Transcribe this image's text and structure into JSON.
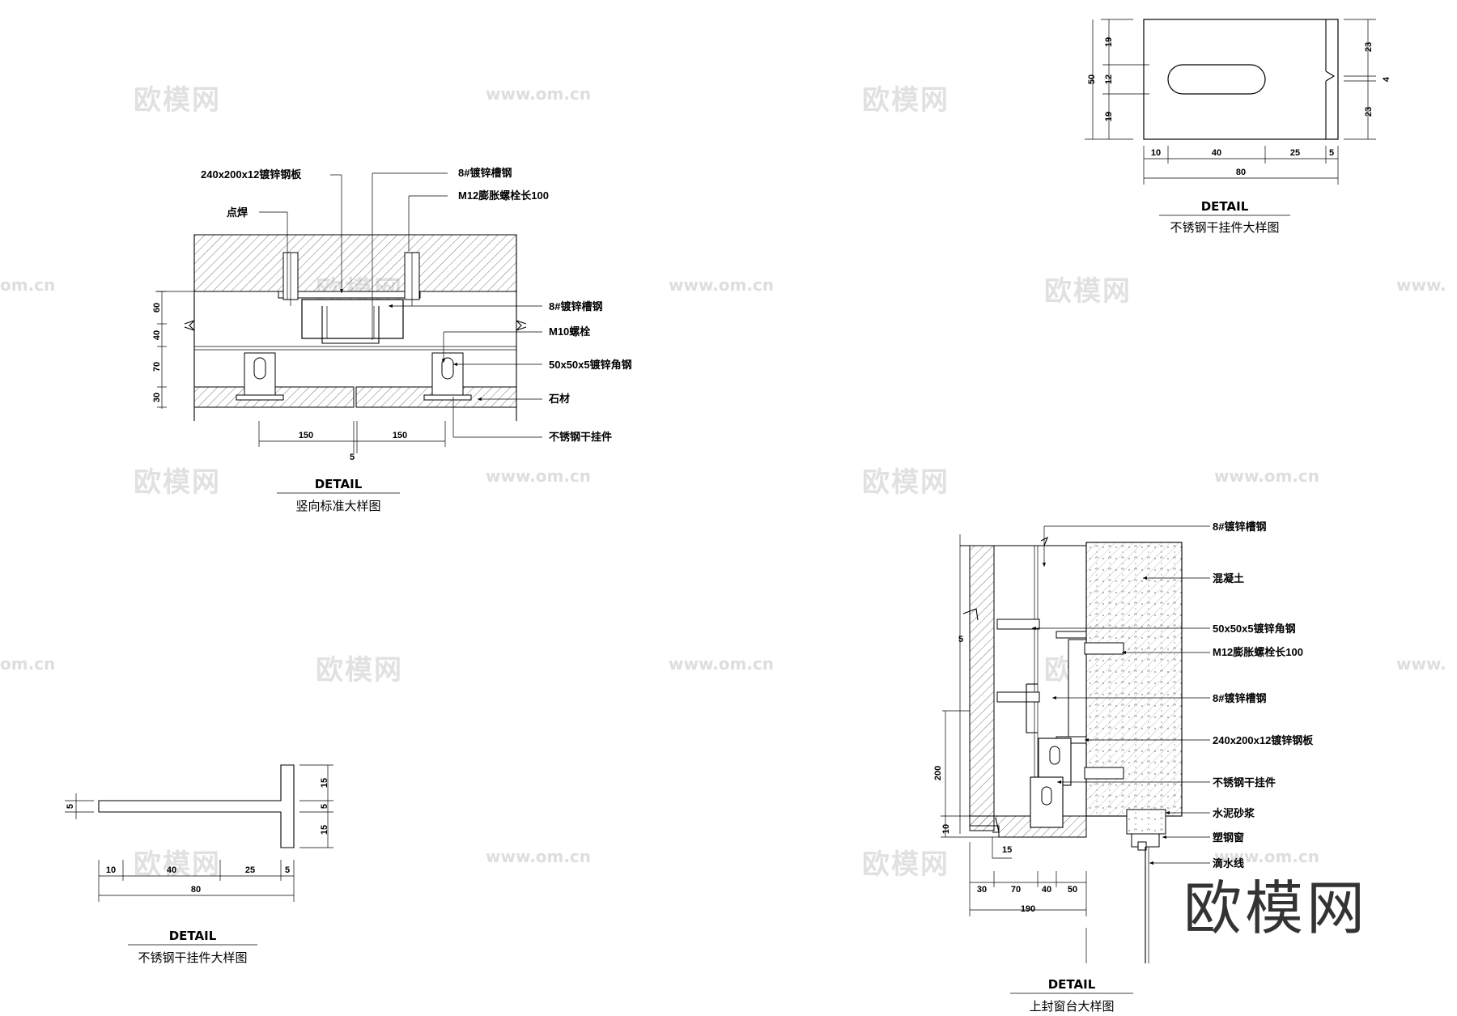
{
  "watermark": {
    "brand": "欧模网",
    "url": "www.om.cn",
    "url_partial": "om.cn",
    "url_prefix": "www."
  },
  "detail1": {
    "heading": "DETAIL",
    "title": "竖向标准大样图",
    "callouts": {
      "plate": "240x200x12镀锌钢板",
      "weld": "点焊",
      "channel_top": "8#镀锌槽钢",
      "anchor": "M12膨胀螺栓长100",
      "channel": "8#镀锌槽钢",
      "bolt": "M10螺栓",
      "angle": "50x50x5镀锌角钢",
      "stone": "石材",
      "clip": "不锈钢干挂件"
    },
    "dims": {
      "v1": "60",
      "v2": "40",
      "v3": "70",
      "v4": "30",
      "h1": "150",
      "h2": "150",
      "gap": "5"
    }
  },
  "detail2": {
    "heading": "DETAIL",
    "title": "不锈钢干挂件大样图",
    "dims": {
      "l1": "19",
      "l2": "12",
      "l3": "19",
      "total_v": "50",
      "r1": "23",
      "r2": "23",
      "notch": "4",
      "b1": "10",
      "b2": "40",
      "b3": "25",
      "b4": "5",
      "total_h": "80"
    }
  },
  "detail3": {
    "heading": "DETAIL",
    "title": "不锈钢干挂件大样图",
    "dims": {
      "thick": "5",
      "b1": "10",
      "b2": "40",
      "b3": "25",
      "b4": "5",
      "total": "80",
      "r1": "15",
      "r2": "5",
      "r3": "15"
    }
  },
  "detail4": {
    "heading": "DETAIL",
    "title": "上封窗台大样图",
    "callouts": {
      "channel_top": "8#镀锌槽钢",
      "concrete": "混凝土",
      "angle": "50x50x5镀锌角钢",
      "anchor": "M12膨胀螺栓长100",
      "channel": "8#镀锌槽钢",
      "plate": "240x200x12镀锌钢板",
      "clip": "不锈钢干挂件",
      "mortar": "水泥砂浆",
      "window": "塑钢窗",
      "drip": "滴水线"
    },
    "dims": {
      "gap5": "5",
      "h200": "200",
      "h10": "10",
      "w15": "15",
      "b1": "30",
      "b2": "70",
      "b3": "40",
      "b4": "50",
      "total": "190"
    }
  }
}
